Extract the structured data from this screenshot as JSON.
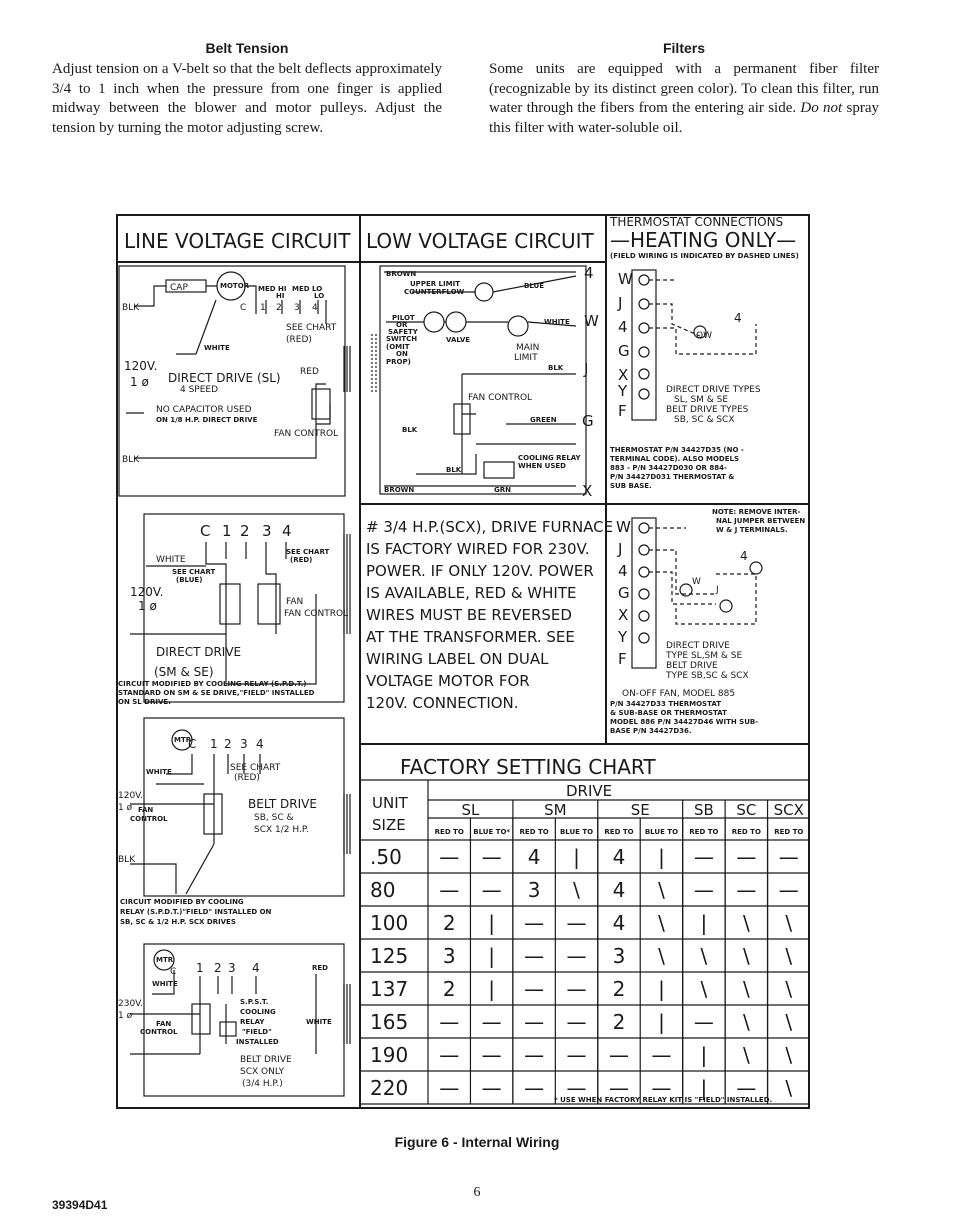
{
  "belt_tension": {
    "heading": "Belt Tension",
    "body_1": "Adjust tension on a V-belt so that the belt deflects approximately 3/4 to 1 inch when the pressure from one finger is applied midway between the blower and motor pulleys. Adjust the tension by turning the motor adjusting screw."
  },
  "filters": {
    "heading": "Filters",
    "body_1": "Some units are equipped with a permanent fiber filter (recognizable by its distinct green color). To clean this filter, run water through the fibers from the entering air side. ",
    "body_em": "Do not",
    "body_2": " spray this filter with water-soluble oil."
  },
  "figure": {
    "line_voltage_title": "LINE VOLTAGE CIRCUIT",
    "low_voltage_title": "LOW VOLTAGE CIRCUIT",
    "thermostat_title_1": "THERMOSTAT CONNECTIONS",
    "thermostat_title_2": "—HEATING ONLY—",
    "thermostat_note": "(FIELD WIRING IS INDICATED BY DASHED LINES)",
    "panel1": {
      "cap": "CAP",
      "motor": "MOTOR",
      "speed_labels": [
        "MED HI",
        "HI",
        "MED LO",
        "LO"
      ],
      "terminals": [
        "C",
        "1",
        "2",
        "3",
        "4"
      ],
      "blk": "BLK",
      "white": "WHITE",
      "see_chart": "SEE CHART",
      "red_paren": "(RED)",
      "red": "RED",
      "v120": "120V.",
      "phase": "1 ø",
      "direct_drive": "DIRECT DRIVE (SL)",
      "speed": "4 SPEED",
      "no_cap_1": "NO CAPACITOR USED",
      "no_cap_2": "ON 1/8 H.P. DIRECT DRIVE",
      "fan_control": "FAN CONTROL",
      "blk2": "BLK"
    },
    "panel2": {
      "terminals": [
        "C",
        "1",
        "2",
        "3",
        "4"
      ],
      "white": "WHITE",
      "see_chart_blue": "SEE CHART",
      "blue": "(BLUE)",
      "see_chart_red": "SEE CHART",
      "red": "(RED)",
      "v120": "120V.",
      "phase": "1 ø",
      "fan_control": "FAN CONTROL",
      "direct_drive": "DIRECT DRIVE",
      "sm_se": "(SM & SE)",
      "note_1": "CIRCUIT MODIFIED BY COOLING RELAY (S.P.D.T.)",
      "note_2": "STANDARD ON SM & SE DRIVE,\"FIELD\" INSTALLED",
      "note_3": "ON SL DRIVE."
    },
    "panel3": {
      "mtr": "MTR",
      "terminals": [
        "C",
        "1",
        "2",
        "3",
        "4"
      ],
      "white": "WHITE",
      "see_chart": "SEE CHART",
      "red": "(RED)",
      "v120": "120V.",
      "phase": "1 ø",
      "fan": "FAN",
      "control": "CONTROL",
      "belt_drive": "BELT DRIVE",
      "sb_sc": "SB, SC &",
      "scx": "SCX 1/2 H.P.",
      "blk": "BLK",
      "note_1": "CIRCUIT MODIFIED BY COOLING",
      "note_2": "RELAY (S.P.D.T.)\"FIELD\" INSTALLED ON",
      "note_3": "SB, SC & 1/2 H.P. SCX DRIVES"
    },
    "panel4": {
      "mtr": "MTR",
      "terminals": [
        "C",
        "1",
        "2",
        "3",
        "4"
      ],
      "red": "RED",
      "white": "WHITE",
      "v230": "230V.",
      "phase": "1 ø",
      "fan": "FAN",
      "control": "CONTROL",
      "spst": "S.P.S.T.",
      "cooling": "COOLING",
      "relay": "RELAY",
      "field": "\"FIELD\"",
      "installed": "INSTALLED",
      "white2": "WHITE",
      "belt_drive": "BELT DRIVE",
      "scx_only": "SCX ONLY",
      "hp": "(3/4 H.P.)"
    },
    "low_voltage": {
      "brown": "BROWN",
      "upper_limit": "UPPER LIMIT",
      "counterflow": "COUNTERFLOW",
      "blue": "BLUE",
      "four": "4",
      "pilot": "PILOT",
      "or": "OR",
      "safety": "SAFETY",
      "switch": "SWITCH",
      "omit": "(OMIT",
      "on": "ON",
      "prop": "PROP)",
      "valve": "VALVE",
      "white": "WHITE",
      "w": "W",
      "main": "MAIN",
      "limit": "LIMIT",
      "blk": "BLK",
      "j": "J",
      "fan_control": "FAN CONTROL",
      "green": "GREEN",
      "g": "G",
      "blk2": "BLK",
      "cooling_relay": "COOLING RELAY",
      "when_used": "WHEN USED",
      "blk3": "BLK",
      "brown2": "BROWN",
      "grn": "GRN",
      "x": "X"
    },
    "thermo1": {
      "letters": [
        "W",
        "J",
        "4",
        "G",
        "X",
        "Y",
        "F"
      ],
      "ow": "OW",
      "four": "4",
      "direct_types_1": "DIRECT DRIVE TYPES",
      "direct_types_2": "SL, SM & SE",
      "belt_types_1": "BELT DRIVE TYPES",
      "belt_types_2": "SB, SC & SCX",
      "note_1": "THERMOSTAT P/N 34427D35 (NO -",
      "note_2": "TERMINAL CODE). ALSO MODELS",
      "note_3": "883 - P/N 34427D030 OR 884-",
      "note_4": "P/N 34427D031 THERMOSTAT &",
      "note_5": "SUB BASE."
    },
    "middle_text": {
      "line_1": "# 3/4 H.P.(SCX), DRIVE FURNACE",
      "line_2": "IS FACTORY WIRED FOR 230V.",
      "line_3": "POWER. IF ONLY 120V. POWER",
      "line_4": "IS AVAILABLE, RED & WHITE",
      "line_5": "WIRES MUST BE REVERSED",
      "line_6": "AT THE TRANSFORMER. SEE",
      "line_7": "WIRING LABEL ON DUAL",
      "line_8": "VOLTAGE MOTOR FOR",
      "line_9": "120V. CONNECTION."
    },
    "thermo2": {
      "letters": [
        "W",
        "J",
        "4",
        "G",
        "X",
        "Y",
        "F"
      ],
      "note_1": "NOTE: REMOVE INTER-",
      "note_2": "NAL JUMPER BETWEEN",
      "note_3": "W & J TERMINALS.",
      "w": "W",
      "j": "J",
      "four": "4",
      "direct_1": "DIRECT DRIVE",
      "direct_2": "TYPE SL,SM & SE",
      "belt_1": "BELT DRIVE",
      "belt_2": "TYPE SB,SC & SCX",
      "model_1": "ON-OFF FAN, MODEL 885",
      "model_2": "P/N 34427D33 THERMOSTAT",
      "model_3": "& SUB-BASE OR THERMOSTAT",
      "model_4": "MODEL 886 P/N 34427D46 WITH SUB-",
      "model_5": "BASE P/N 34427D36."
    }
  },
  "chart": {
    "title": "FACTORY SETTING CHART",
    "drive_header": "DRIVE",
    "unit_size": [
      "UNIT",
      "SIZE"
    ],
    "drives": [
      "SL",
      "SM",
      "SE",
      "SB",
      "SC",
      "SCX"
    ],
    "sub_headers": [
      "RED TO",
      "BLUE TO*",
      "RED TO",
      "BLUE TO",
      "RED TO",
      "BLUE TO",
      "RED TO",
      "RED TO",
      "RED TO"
    ],
    "rows": [
      {
        "size": ".50",
        "cells": [
          "—",
          "—",
          "4",
          "|",
          "4",
          "|",
          "—",
          "—",
          "—"
        ]
      },
      {
        "size": "80",
        "cells": [
          "—",
          "—",
          "3",
          "\\",
          "4",
          "\\",
          "—",
          "—",
          "—"
        ]
      },
      {
        "size": "100",
        "cells": [
          "2",
          "|",
          "—",
          "—",
          "4",
          "\\",
          "|",
          "\\",
          "\\"
        ]
      },
      {
        "size": "125",
        "cells": [
          "3",
          "|",
          "—",
          "—",
          "3",
          "\\",
          "\\",
          "\\",
          "\\"
        ]
      },
      {
        "size": "137",
        "cells": [
          "2",
          "|",
          "—",
          "—",
          "2",
          "|",
          "\\",
          "\\",
          "\\"
        ]
      },
      {
        "size": "165",
        "cells": [
          "—",
          "—",
          "—",
          "—",
          "2",
          "|",
          "—",
          "\\",
          "\\"
        ]
      },
      {
        "size": "190",
        "cells": [
          "—",
          "—",
          "—",
          "—",
          "—",
          "—",
          "|",
          "\\",
          "\\"
        ]
      },
      {
        "size": "220",
        "cells": [
          "—",
          "—",
          "—",
          "—",
          "—",
          "—",
          "|",
          "—",
          "\\"
        ]
      }
    ],
    "footnote": "* USE WHEN FACTORY RELAY KIT IS \"FIELD\" INSTALLED."
  },
  "caption": "Figure 6 - Internal Wiring",
  "page_number": "6",
  "doc_id": "39394D41"
}
